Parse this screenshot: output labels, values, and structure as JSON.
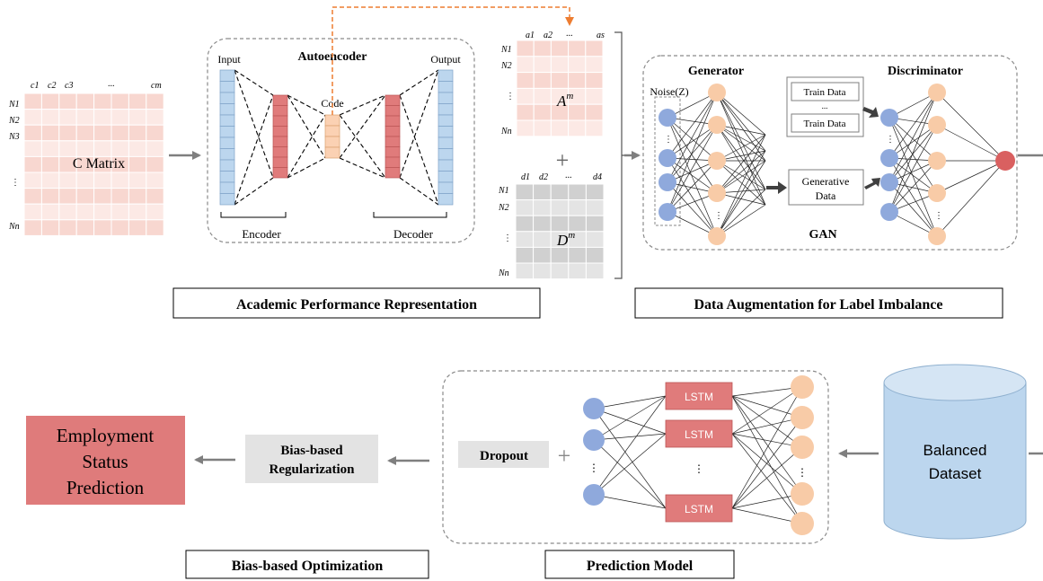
{
  "matrix_c": {
    "cols": [
      "c1",
      "c2",
      "c3",
      "...",
      "cm"
    ],
    "rows": [
      "N1",
      "N2",
      "N3",
      "⋮",
      "Nn"
    ],
    "label": "C Matrix"
  },
  "autoencoder": {
    "title": "Autoencoder",
    "input_label": "Input",
    "output_label": "Output",
    "code_label": "Code",
    "encoder_label": "Encoder",
    "decoder_label": "Decoder"
  },
  "matrix_a": {
    "cols": [
      "a1",
      "a2",
      "...",
      "as"
    ],
    "rows": [
      "N1",
      "N2",
      "⋮",
      "Nn"
    ],
    "label": "A",
    "sup": "m"
  },
  "plus_sign": "+",
  "matrix_d": {
    "cols": [
      "d1",
      "d2",
      "...",
      "d4"
    ],
    "rows": [
      "N1",
      "N2",
      "⋮",
      "Nn"
    ],
    "label": "D",
    "sup": "m"
  },
  "gan": {
    "generator_label": "Generator",
    "discriminator_label": "Discriminator",
    "noise_label": "Noise(Z)",
    "train_data_1": "Train Data",
    "train_data_dots": "...",
    "train_data_2": "Train Data",
    "generative_data_1": "Generative",
    "generative_data_2": "Data",
    "gan_label": "GAN"
  },
  "section_labels": {
    "academic": "Academic Performance Representation",
    "augmentation": "Data Augmentation for Label Imbalance",
    "optimization": "Bias-based Optimization",
    "prediction": "Prediction Model"
  },
  "dataset": {
    "line1": "Balanced",
    "line2": "Dataset"
  },
  "prediction_model": {
    "dropout": "Dropout",
    "plus": "+",
    "lstm": [
      "LSTM",
      "LSTM",
      "LSTM"
    ],
    "vdots": "⋮"
  },
  "regularization": {
    "line1": "Bias-based",
    "line2": "Regularization"
  },
  "employment": {
    "line1": "Employment",
    "line2": "Status",
    "line3": "Prediction"
  },
  "colors": {
    "pink_cell": "#f8d7d0",
    "pink_cell_light": "#fce9e5",
    "red_layer": "#e07b7b",
    "blue_layer": "#bcd6ee",
    "orange_code": "#fbd1b3",
    "node_blue": "#8fa9dc",
    "node_orange": "#f8cba7",
    "node_red": "#d96060",
    "gray_cell": "#d0d0d0",
    "lstm_fill": "#e07b7b",
    "employment_fill": "#df7b7b",
    "dataset_fill": "#bcd6ee",
    "orange_arrow": "#ed7d31"
  }
}
